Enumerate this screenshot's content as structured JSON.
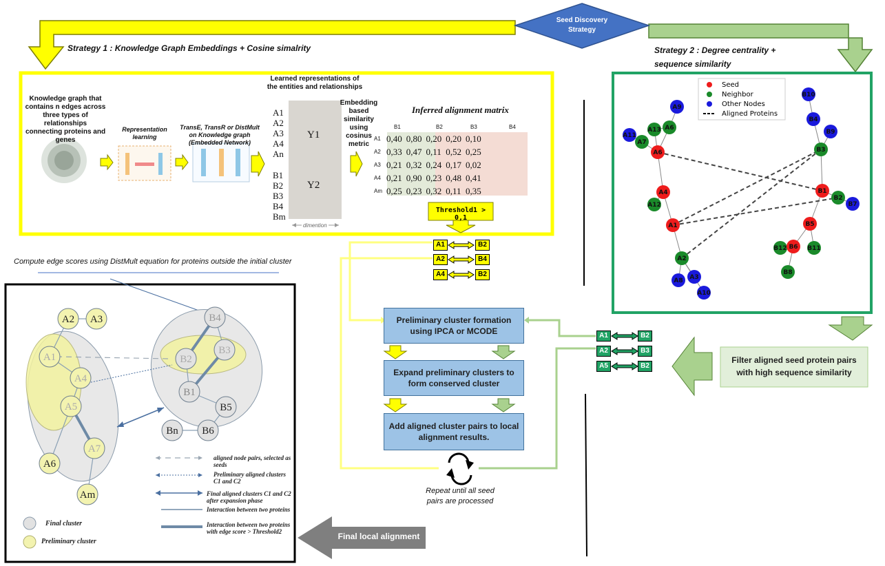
{
  "header": {
    "seed_discovery": "Seed Discovery Strategy",
    "strategy1": "Strategy 1 : Knowledge Graph Embeddings + Cosine simalrity",
    "strategy2": "Strategy 2 : Degree centrality + sequence similarity"
  },
  "strategy1_box": {
    "kg_text": "Knowledge graph that contains n edges across three types of relationships connecting proteins and genes",
    "rep_learning": "Representation learning",
    "transe": "TransE, TransR or DistMult on Knowledge graph (Embedded Network)",
    "learned_repr": "Learned representations of the entities and relationships",
    "entities_a": [
      "A1",
      "A2",
      "A3",
      "A4",
      "An"
    ],
    "entities_b": [
      "B1",
      "B2",
      "B3",
      "B4",
      "Bm"
    ],
    "y1": "Y1",
    "y2": "Y2",
    "dimention": "dimention",
    "embedding_sim": "Embedding based similarity using cosinus metric",
    "matrix_title": "Inferred alignment matrix",
    "matrix_cols": [
      "B1",
      "B2",
      "B3",
      "B4"
    ],
    "matrix_rows": [
      {
        "label": "A1",
        "values": [
          "0,40",
          "0,80",
          "0,20",
          "0,20",
          "0,10"
        ]
      },
      {
        "label": "A2",
        "values": [
          "0,33",
          "0,47",
          "0,11",
          "0,52",
          "0,25"
        ]
      },
      {
        "label": "A3",
        "values": [
          "0,21",
          "0,32",
          "0,24",
          "0,17",
          "0,02"
        ]
      },
      {
        "label": "A4",
        "values": [
          "0,21",
          "0,90",
          "0,23",
          "0,48",
          "0,41"
        ]
      },
      {
        "label": "Am",
        "values": [
          "0,25",
          "0,23",
          "0,32",
          "0,11",
          "0,35"
        ]
      }
    ],
    "threshold": "Threshold1 > 0,1"
  },
  "pairs_yellow": [
    {
      "a": "A1",
      "b": "B2"
    },
    {
      "a": "A2",
      "b": "B4"
    },
    {
      "a": "A4",
      "b": "B2"
    }
  ],
  "pairs_green": [
    {
      "a": "A1",
      "b": "B2"
    },
    {
      "a": "A2",
      "b": "B3"
    },
    {
      "a": "A5",
      "b": "B2"
    }
  ],
  "network_legend": {
    "seed": "Seed",
    "neighbor": "Neighbor",
    "other": "Other Nodes",
    "aligned": "Aligned Proteins"
  },
  "network_nodes": [
    "A9",
    "A11",
    "A13",
    "A6",
    "A7",
    "A6",
    "A4",
    "A12",
    "A1",
    "A2",
    "A8",
    "A3",
    "A10",
    "B10",
    "B4",
    "B9",
    "B3",
    "B1",
    "B2",
    "B7",
    "B5",
    "B12",
    "B6",
    "B11",
    "B8"
  ],
  "colors": {
    "seed": "#ee1c1c",
    "neighbor": "#1a8a2a",
    "other": "#1a1adc",
    "yellow": "#ffff00",
    "green": "#a9d18e",
    "blue_step": "#9dc3e6"
  },
  "process": {
    "step1": "Preliminary cluster formation using IPCA or MCODE",
    "step2": "Expand preliminary clusters to form conserved cluster",
    "step3": "Add aligned cluster pairs to local alignment results.",
    "repeat": "Repeat until all seed pairs are processed"
  },
  "filter_text": "Filter aligned seed protein pairs with high sequence similarity",
  "compute_text": "Compute edge scores using DistMult equation for proteins outside the initial cluster",
  "final_alignment": "Final local alignment",
  "cluster_panel": {
    "nodes": [
      "A2",
      "A3",
      "A1",
      "A4",
      "A5",
      "A6",
      "A7",
      "Am",
      "B4",
      "B2",
      "B3",
      "B1",
      "B5",
      "Bn",
      "B6"
    ],
    "legend": {
      "aligned_pairs": "aligned node pairs, selected as seeds",
      "prelim_aligned": "Preliminary aligned clusters C1 and C2",
      "final_aligned": "Final aligned clusters C1 and C2 after expansion phase",
      "interaction": "Interaction between two proteins",
      "interaction_score": "Interaction between two proteins with edge score > Threshold2",
      "final_cluster": "Final cluster",
      "prelim_cluster": "Preliminary cluster"
    }
  }
}
